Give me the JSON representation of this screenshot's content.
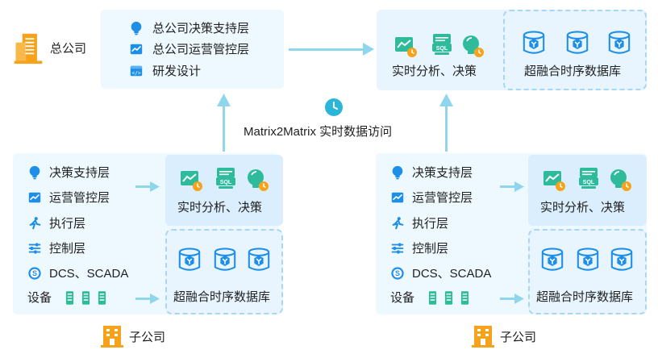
{
  "hq": {
    "label": "总公司",
    "layers": [
      "总公司决策支持层",
      "总公司运营管控层",
      "研发设计"
    ],
    "analysis_label": "实时分析、决策",
    "db_label": "超融合时序数据库"
  },
  "middle": {
    "label": "Matrix2Matrix 实时数据访问"
  },
  "subsidiaries": [
    {
      "label": "子公司",
      "layers": [
        "决策支持层",
        "运营管控层",
        "执行层",
        "控制层",
        "DCS、SCADA",
        "设备"
      ],
      "analysis_label": "实时分析、决策",
      "db_label": "超融合时序数据库"
    },
    {
      "label": "子公司",
      "layers": [
        "决策支持层",
        "运营管控层",
        "执行层",
        "控制层",
        "DCS、SCADA",
        "设备"
      ],
      "analysis_label": "实时分析、决策",
      "db_label": "超融合时序数据库"
    }
  ],
  "icons": {
    "building": "building-icon",
    "bulb": "lightbulb-icon",
    "chart": "chart-icon",
    "code": "code-window-icon",
    "runner": "runner-icon",
    "sliders": "sliders-icon",
    "dcs": "dcs-icon",
    "device": "device-icon",
    "sql": "sql-icon",
    "clock": "clock-icon",
    "database": "database-icon"
  },
  "colors": {
    "accent": "#1e8fe8",
    "orange": "#f6a31b",
    "arrow": "#8fd6ec",
    "panel": "#eef8ff",
    "dashed": "#a8d6f6"
  }
}
